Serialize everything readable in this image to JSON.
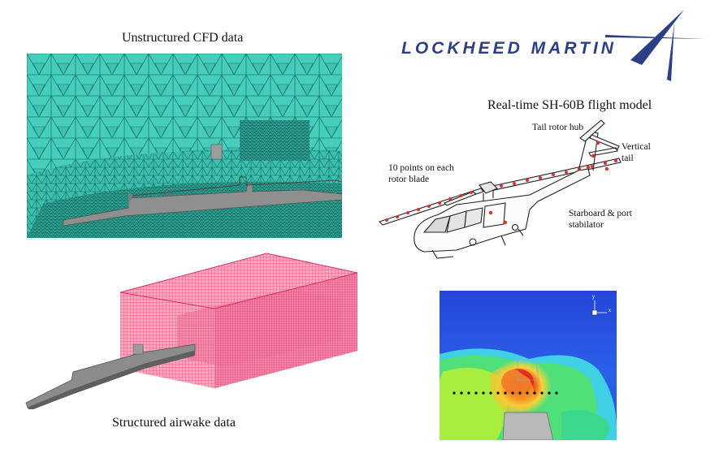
{
  "panels": {
    "cfd": {
      "caption": "Unstructured CFD data"
    },
    "airwake": {
      "caption": "Structured airwake data"
    },
    "flight_model": {
      "caption": "Real-time SH-60B flight model",
      "labels": {
        "tail_rotor_hub": "Tail rotor hub",
        "vertical_tail_line1": "Vertical",
        "vertical_tail_line2": "tail",
        "rotor_blade_line1": "10 points on each",
        "rotor_blade_line2": "rotor blade",
        "stabilator_line1": "Starboard & port",
        "stabilator_line2": "stabilator"
      }
    },
    "contour": {
      "axis_y": "y",
      "axis_x": "x"
    }
  },
  "logo": {
    "text": "LOCKHEED MARTIN"
  },
  "colors": {
    "mesh_fill": "#40c9b8",
    "mesh_line": "#1d7d70",
    "grid_pink": "#f04c7a",
    "logo_blue": "#2c3f86",
    "ship_gray": "#9a9a9a",
    "marker_red": "#d8332c"
  }
}
